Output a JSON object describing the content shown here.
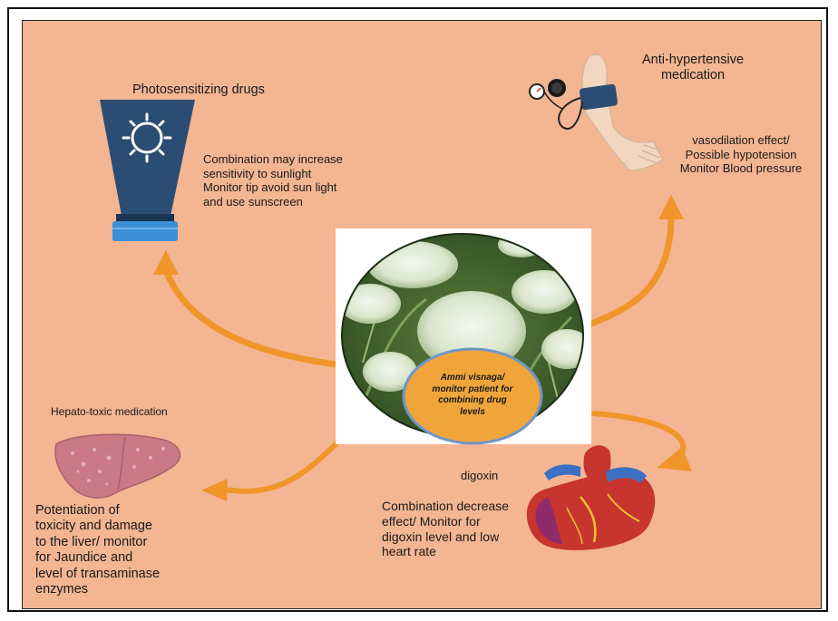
{
  "center": {
    "label": "Ammi visnaga/\nmonitor patient for\ncombining drug\nlevels"
  },
  "nodes": {
    "photosensitizing": {
      "title": "Photosensitizing drugs",
      "note": "Combination may increase\nsensitivity to sunlight\nMonitor tip avoid sun light\nand use sunscreen"
    },
    "antihypertensive": {
      "title": "Anti-hypertensive\nmedication",
      "note": "vasodilation  effect/\nPossible hypotension\nMonitor Blood pressure"
    },
    "hepatotoxic": {
      "title": "Hepato-toxic medication",
      "note": "Potentiation of\ntoxicity and damage\nto the liver/ monitor\nfor Jaundice and\nlevel of transaminase\nenzymes"
    },
    "digoxin": {
      "title": "digoxin",
      "note": "Combination decrease\neffect/ Monitor for\ndigoxin level and low\nheart rate"
    }
  },
  "colors": {
    "background": "#f3b592",
    "arrow": "#f0952a",
    "label_fill": "#f0a53a",
    "label_border": "#6f95c9",
    "tube_body": "#2b4d73",
    "tube_cap": "#3a8fd6",
    "liver": "#c97a86",
    "heart_red": "#c8342e",
    "heart_blue": "#3d6fc2"
  },
  "icons": [
    "sunscreen-tube-icon",
    "blood-pressure-cuff-icon",
    "liver-icon",
    "heart-icon",
    "ammi-visnaga-flower-photo"
  ]
}
